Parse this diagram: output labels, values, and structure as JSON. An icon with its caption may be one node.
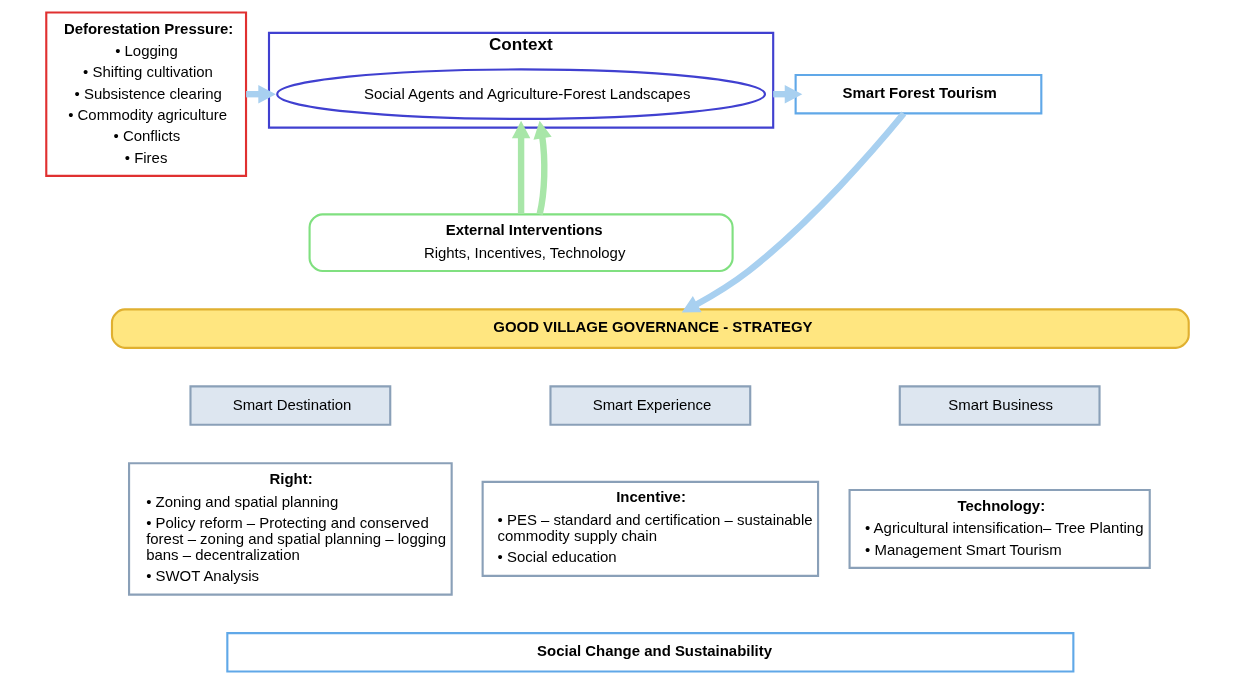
{
  "diagram": {
    "nodes": [
      {
        "text": [
          "Deforestation Pressure:",
          "• Logging",
          "• Shifting cultivation",
          "• Subsistence clearing",
          "• Commodity agriculture",
          "• Conflicts",
          "• Fires"
        ]
      },
      {
        "text": [
          "Context"
        ]
      },
      {
        "text": [
          "Social Agents and Agriculture-Forest Landscapes"
        ],
        "in": 1
      },
      {
        "text": [
          "Smart Forest Tourism"
        ]
      },
      {
        "text": [
          "External Interventions",
          "Rights, Incentives, Technology"
        ]
      },
      {
        "text": [
          "GOOD VILLAGE GOVERNANCE - STRATEGY"
        ]
      },
      {
        "text": [
          "Smart Destination"
        ]
      },
      {
        "text": [
          "Smart Experience"
        ]
      },
      {
        "text": [
          "Smart Business"
        ]
      },
      {
        "text": [
          "Right:",
          "• Zoning and spatial planning",
          "• Policy reform – Protecting and conserved forest – zoning and spatial planning – logging bans – decentralization",
          "• SWOT Analysis"
        ]
      },
      {
        "text": [
          "Incentive:",
          "• PES – standard and certification – sustainable commodity supply chain",
          "• Social education"
        ]
      },
      {
        "text": [
          "Technology:",
          "• Agricultural intensification– Tree Planting",
          "• Management Smart Tourism"
        ]
      },
      {
        "text": [
          "Social Change and Sustainability"
        ]
      }
    ],
    "edges": [
      {
        "from": 0,
        "to": 1,
        "arrow": "to"
      },
      {
        "from": 4,
        "to": 1,
        "arrow": "to",
        "color": "#a8e6a8"
      },
      {
        "from": 4,
        "to": 1,
        "arrow": "to",
        "color": "#a8e6a8"
      },
      {
        "from": 1,
        "to": 3,
        "arrow": "to"
      },
      {
        "from": 3,
        "to": 5,
        "arrow": "to"
      }
    ]
  }
}
